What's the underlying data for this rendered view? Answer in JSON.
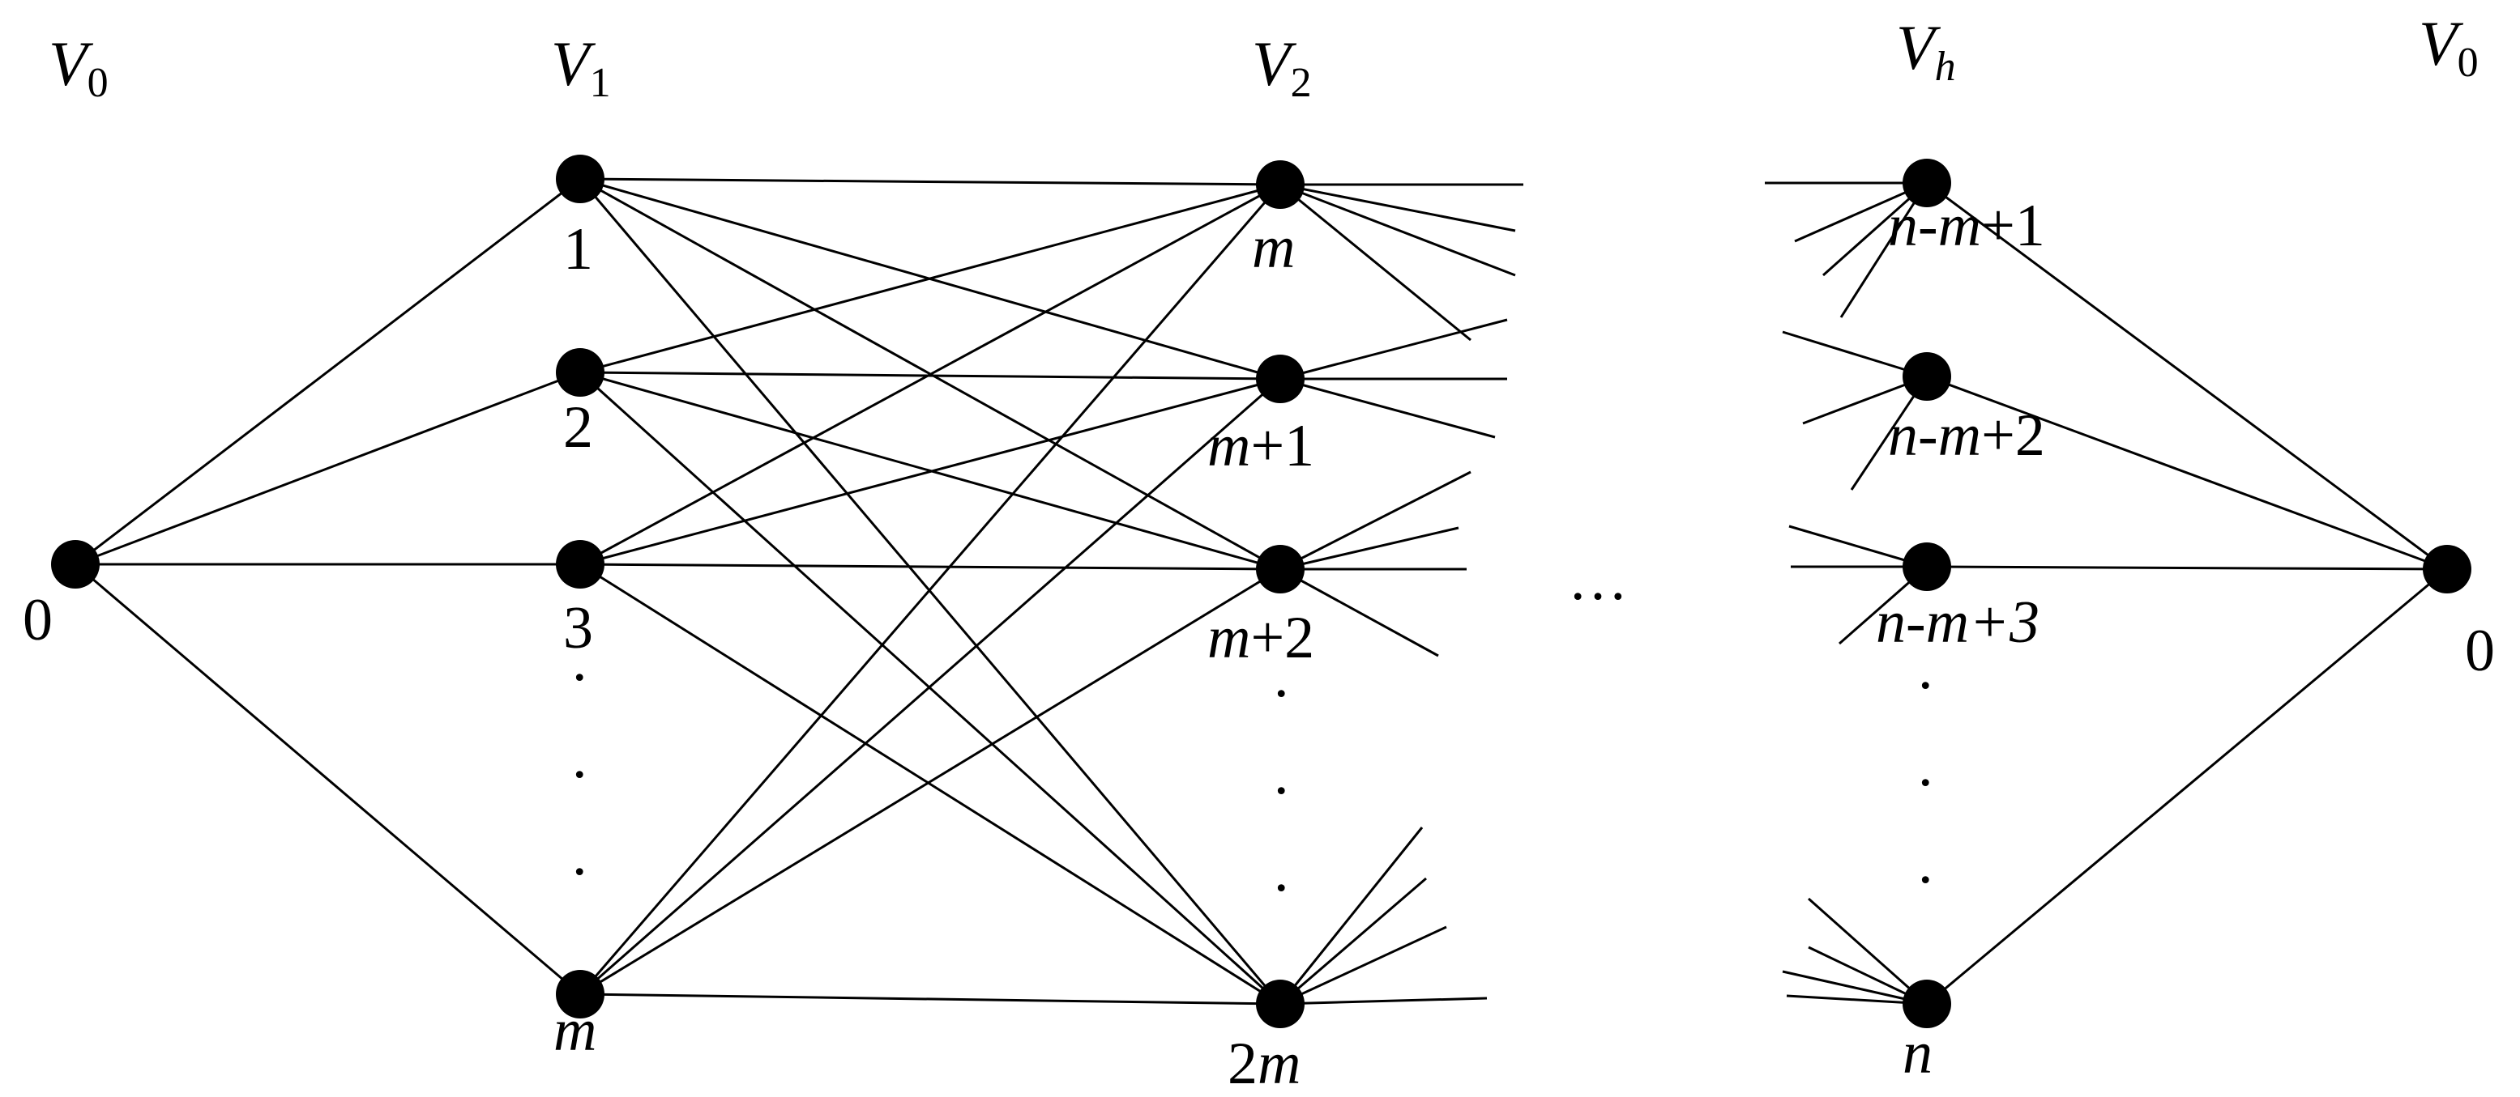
{
  "layers": {
    "v0_left": {
      "name": "V",
      "sub": "0"
    },
    "v1": {
      "name": "V",
      "sub": "1"
    },
    "v2": {
      "name": "V",
      "sub": "2"
    },
    "vh": {
      "name": "V",
      "sub": "h"
    },
    "v0_right": {
      "name": "V",
      "sub": "0"
    }
  },
  "nodes": {
    "source": {
      "label": "0"
    },
    "sink": {
      "label": "0"
    },
    "v1": [
      "1",
      "2",
      "3",
      "m"
    ],
    "v2": [
      {
        "a": "m",
        "b": ""
      },
      {
        "a": "m",
        "b": "+1"
      },
      {
        "a": "m",
        "b": "+2"
      },
      {
        "a": "2",
        "b": "m"
      }
    ],
    "vh": [
      {
        "n": "n",
        "rest": "-",
        "m": "m",
        "tail": "+1"
      },
      {
        "n": "n",
        "rest": "-",
        "m": "m",
        "tail": "+2"
      },
      {
        "n": "n",
        "rest": "-",
        "m": "m",
        "tail": "+3"
      },
      {
        "n": "n",
        "rest": "",
        "m": "",
        "tail": ""
      }
    ]
  },
  "ellipsis": {
    "middle": "…",
    "vertical_dot": "."
  },
  "colors": {
    "ink": "#000000",
    "background": "#ffffff"
  }
}
